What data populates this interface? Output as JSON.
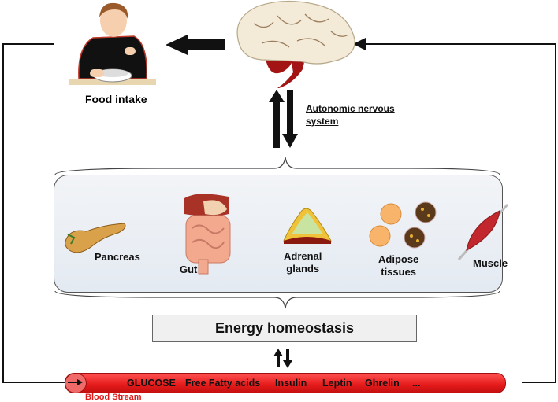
{
  "food_intake": {
    "label": "Food intake"
  },
  "nervous_system": {
    "line1": "Autonomic nervous",
    "line2": "system"
  },
  "organs": [
    {
      "name": "pancreas",
      "label": "Pancreas"
    },
    {
      "name": "gut",
      "label": "Gut"
    },
    {
      "name": "adrenal",
      "label_line1": "Adrenal",
      "label_line2": "glands"
    },
    {
      "name": "adipose",
      "label_line1": "Adipose",
      "label_line2": "tissues"
    },
    {
      "name": "muscle",
      "label": "Muscle"
    }
  ],
  "energy_homeostasis": {
    "label": "Energy homeostasis"
  },
  "blood_stream": {
    "label": "Blood Stream",
    "molecules": [
      "GLUCOSE",
      "Free Fatty acids",
      "Insulin",
      "Leptin",
      "Ghrelin",
      "..."
    ]
  },
  "colors": {
    "vessel": "#e51a1a",
    "brain_stem": "#a31515",
    "panel": "#eaeef4"
  }
}
